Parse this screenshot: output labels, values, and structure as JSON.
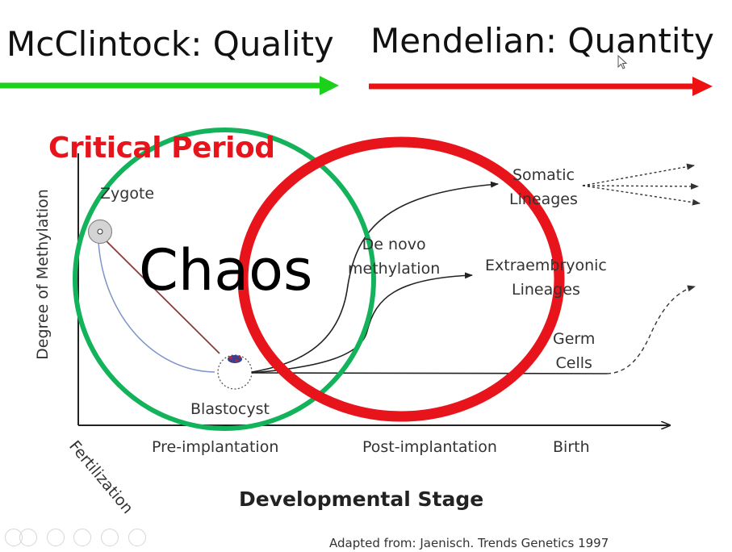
{
  "headings": {
    "left": "McClintock: Quality",
    "right": "Mendelian: Quantity"
  },
  "colors": {
    "green": "#1bd11b",
    "red": "#ee1111",
    "circle_green": "#12b35a",
    "circle_red": "#e8141b"
  },
  "diagram": {
    "critical_period": "Critical Period",
    "chaos": "Chaos",
    "y_axis_label": "Degree of Methylation",
    "x_axis_title": "Developmental Stage",
    "x_ticks": {
      "fertilization": "Fertilization",
      "pre_implantation": "Pre-implantation",
      "post_implantation": "Post-implantation",
      "birth": "Birth"
    },
    "labels": {
      "zygote": "Zygote",
      "blastocyst": "Blastocyst",
      "de_novo_1": "De novo",
      "de_novo_2": "methylation",
      "somatic_1": "Somatic",
      "somatic_2": "Lineages",
      "extra_1": "Extraembryonic",
      "extra_2": "Lineages",
      "germ_1": "Germ",
      "germ_2": "Cells"
    },
    "source": "Adapted from: Jaenisch.  Trends Genetics 1997"
  },
  "toolbar": {
    "icons": [
      "previous-icon",
      "play-icon",
      "pen-icon",
      "slides-icon",
      "zoom-icon",
      "more-icon"
    ]
  }
}
